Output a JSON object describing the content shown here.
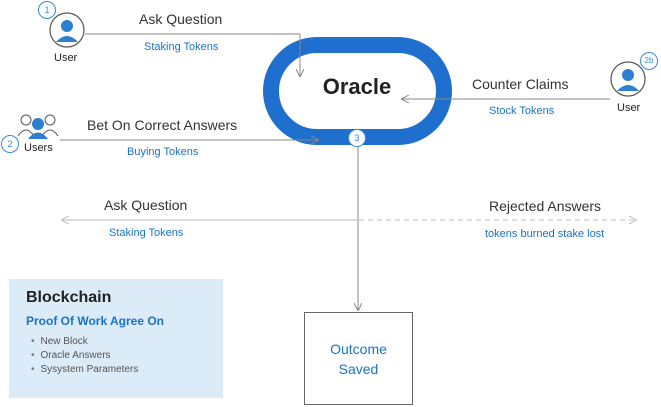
{
  "oracle": {
    "label": "Oracle"
  },
  "top_left": {
    "user_label": "User",
    "badge": "1",
    "action": "Ask Question",
    "tokens": "Staking Tokens"
  },
  "mid_left": {
    "users_label": "Users",
    "badge": "2",
    "action": "Bet On Correct Answers",
    "tokens": "Buying Tokens"
  },
  "right": {
    "user_label": "User",
    "badge": "2b",
    "action": "Counter Claims",
    "tokens": "Stock Tokens"
  },
  "oracle_badge": "3",
  "lower_left": {
    "action": "Ask Question",
    "tokens": "Staking Tokens"
  },
  "lower_right": {
    "action": "Rejected Answers",
    "tokens": "tokens burned stake lost"
  },
  "blockchain": {
    "title": "Blockchain",
    "subtitle": "Proof Of Work Agree On",
    "items": [
      "New Block",
      "Oracle Answers",
      "Sysystem Parameters"
    ]
  },
  "outcome": {
    "label": "Outcome\nSaved"
  },
  "colors": {
    "accent": "#1a73c8",
    "ring": "#1e6fce",
    "panel": "#dcebf8"
  }
}
